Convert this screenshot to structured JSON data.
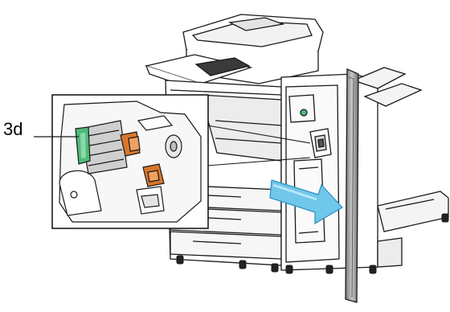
{
  "diagram": {
    "callout_label": "3d",
    "colors": {
      "line": "#1a1a1a",
      "green_handle": "#4dbb7a",
      "orange_part": "#d9772b",
      "arrow": "#6fc7ea",
      "arrow_dark": "#2a8fc2",
      "body": "#ffffff",
      "shade": "#d8d8d8"
    },
    "icons": [
      "printer-illustration",
      "finisher-front-door",
      "staple-cartridge",
      "pull-direction-arrow",
      "inset-magnifier"
    ]
  }
}
